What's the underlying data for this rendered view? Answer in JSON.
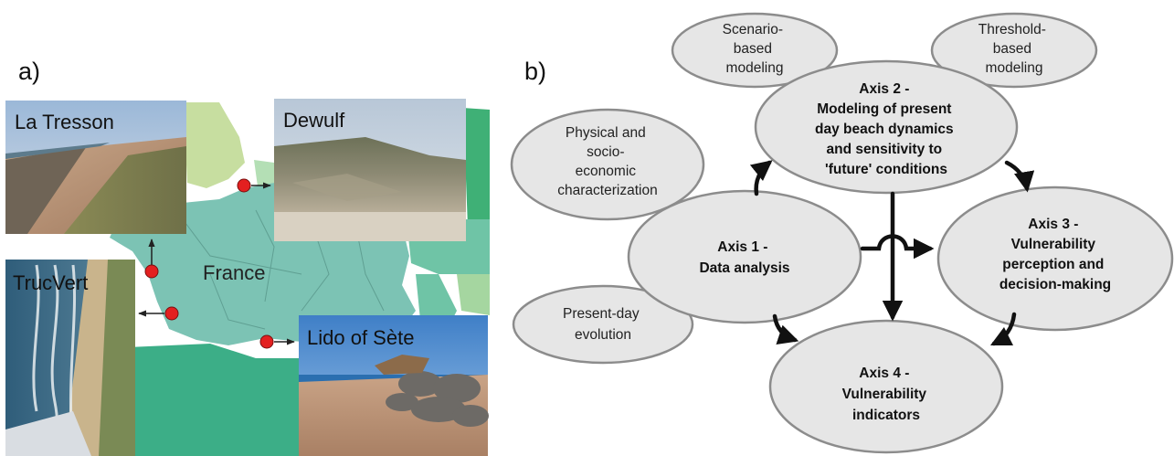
{
  "panel_a": {
    "label": "a)",
    "country": "France",
    "sites": [
      {
        "name": "La Tresson"
      },
      {
        "name": "Dewulf"
      },
      {
        "name": "TrucVert"
      },
      {
        "name": "Lido of Sète"
      }
    ]
  },
  "panel_b": {
    "label": "b)",
    "nodes": {
      "scenario": [
        "Scenario-",
        "based",
        "modeling"
      ],
      "threshold": [
        "Threshold-",
        "based",
        "modeling"
      ],
      "physical": [
        "Physical and",
        "socio-",
        "economic",
        "characterization"
      ],
      "present": [
        "Present-day",
        "evolution"
      ],
      "axis1": [
        "Axis 1 -",
        "Data analysis"
      ],
      "axis2": [
        "Axis 2 -",
        "Modeling of present",
        "day beach dynamics",
        "and sensitivity to",
        "'future' conditions"
      ],
      "axis3": [
        "Axis 3 -",
        "Vulnerability",
        "perception and",
        "decision-making"
      ],
      "axis4": [
        "Axis 4 -",
        "Vulnerability",
        "indicators"
      ]
    }
  },
  "colors": {
    "ellipse_fill": "#e6e6e6",
    "ellipse_stroke": "#8c8c8c",
    "arrow": "#111111",
    "sea": "#ffffff",
    "france": "#7cc3b4",
    "marker": "#e32020"
  }
}
